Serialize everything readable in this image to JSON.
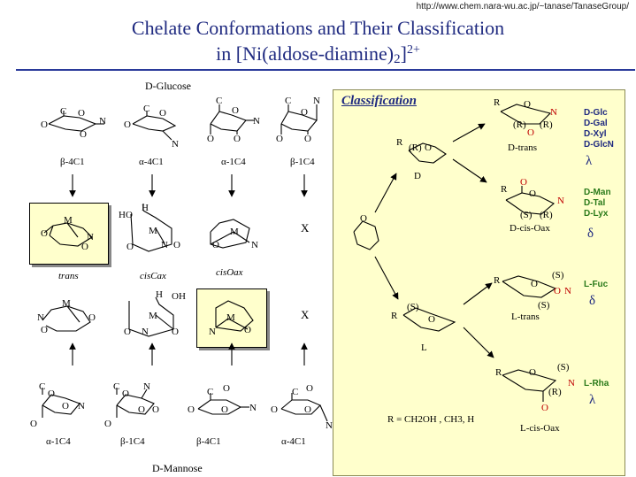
{
  "header": {
    "url": "http://www.chem.nara-wu.ac.jp/~tanase/TanaseGroup/",
    "title_line1": "Chelate Conformations and Their Classification",
    "title_line2_prefix": "in [Ni(aldose-diamine)",
    "title_line2_sub": "2",
    "title_line2_suffix": "]",
    "title_line2_sup": "2+"
  },
  "left": {
    "glucose_label": "D-Glucose",
    "mannose_label": "D-Mannose",
    "top_conformations": [
      "β-4C1",
      "α-4C1",
      "α-1C4",
      "β-1C4"
    ],
    "bottom_conformations": [
      "α-1C4",
      "β-1C4",
      "β-4C1",
      "α-4C1"
    ],
    "middle_labels": [
      "trans",
      "cisCax",
      "cisOax"
    ],
    "x_mark": "X",
    "ho_label": "HO",
    "oh_label": "OH",
    "h_label": "H",
    "m_label": "M"
  },
  "classification": {
    "title": "Classification",
    "d_label": "D",
    "l_label": "L",
    "r_formula": "R = CH2OH , CH3, H",
    "rows": [
      {
        "label": "D-trans",
        "sugars": [
          "D-Glc",
          "D-Gal",
          "D-Xyl",
          "D-GlcN"
        ],
        "greek": "λ"
      },
      {
        "label": "D-cis-Oax",
        "sugars": [
          "D-Man",
          "D-Tal",
          "D-Lyx"
        ],
        "greek": "δ"
      },
      {
        "label": "L-trans",
        "sugars": [
          "L-Fuc"
        ],
        "greek": "δ"
      },
      {
        "label": "L-cis-Oax",
        "sugars": [
          "L-Rha"
        ],
        "greek": "λ"
      }
    ]
  },
  "colors": {
    "title_blue": "#1f2a80",
    "panel_yellow": "#ffffcc",
    "atom_red": "#c00000",
    "sugar_green": "#2a7a1a"
  }
}
